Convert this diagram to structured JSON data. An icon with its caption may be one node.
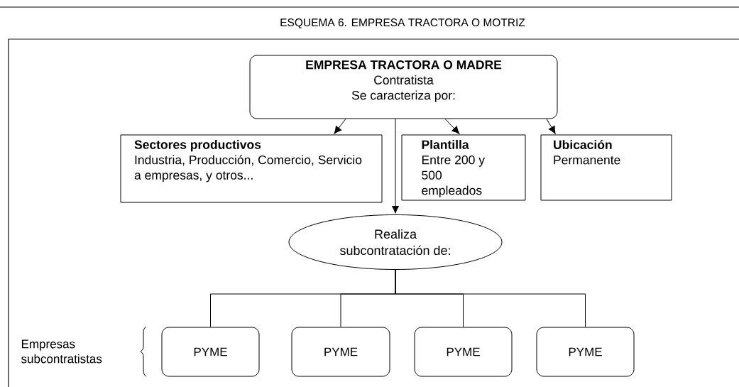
{
  "diagram": {
    "title": "ESQUEMA 6. EMPRESA TRACTORA O MOTRIZ",
    "nodes": [
      {
        "text": [
          "EMPRESA TRACTORA O MADRE",
          "Contratista",
          "Se caracteriza por:"
        ]
      },
      {
        "text": [
          "Sectores productivos",
          "Industria, Producción, Comercio, Servicio a empresas, y otros..."
        ]
      },
      {
        "text": [
          "Plantilla",
          "Entre 200 y 500 empleados"
        ]
      },
      {
        "text": [
          "Ubicación",
          "Permanente"
        ]
      },
      {
        "text": [
          "Realiza subcontratación de:"
        ]
      },
      {
        "text": [
          "PYME"
        ]
      },
      {
        "text": [
          "PYME"
        ]
      },
      {
        "text": [
          "PYME"
        ]
      },
      {
        "text": [
          "PYME"
        ]
      }
    ],
    "edges": [
      {
        "from": 0,
        "to": 1,
        "arrow": "to"
      },
      {
        "from": 0,
        "to": 4,
        "arrow": "to"
      },
      {
        "from": 0,
        "to": 2,
        "arrow": "to"
      },
      {
        "from": 0,
        "to": 3,
        "arrow": "to"
      },
      {
        "from": 4,
        "to": 5,
        "arrow": "none"
      },
      {
        "from": 4,
        "to": 6,
        "arrow": "none"
      },
      {
        "from": 4,
        "to": 7,
        "arrow": "none"
      },
      {
        "from": 4,
        "to": 8,
        "arrow": "none"
      }
    ],
    "labels": [
      "Empresas subcontratistas"
    ]
  }
}
